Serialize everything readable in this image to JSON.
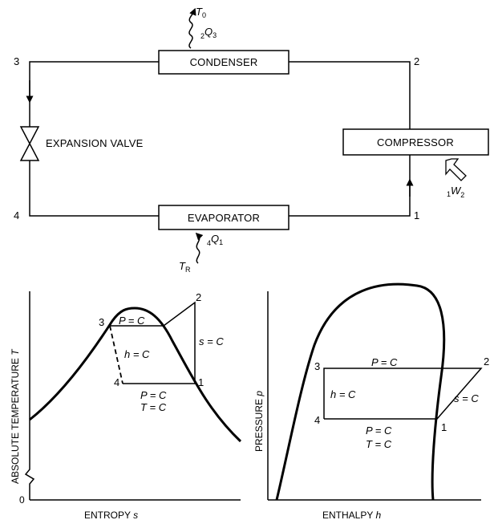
{
  "cycle": {
    "components": {
      "condenser": "CONDENSER",
      "compressor": "COMPRESSOR",
      "evaporator": "EVAPORATOR",
      "expansion_valve": "EXPANSION VALVE"
    },
    "states": [
      "1",
      "2",
      "3",
      "4"
    ],
    "heat_out": {
      "temp": "T",
      "temp_sub": "0",
      "q_pre": "2",
      "q": "Q",
      "q_sub": "3"
    },
    "heat_in": {
      "temp": "T",
      "temp_sub": "R",
      "q_pre": "4",
      "q": "Q",
      "q_sub": "1"
    },
    "work_in": {
      "pre": "1",
      "w": "W",
      "sub": "2"
    }
  },
  "ts_diagram": {
    "ylabel_text": "ABSOLUTE TEMPERATURE ",
    "ylabel_var": "T",
    "xlabel_text": "ENTROPY ",
    "xlabel_var": "s",
    "origin": "0",
    "states": [
      "1",
      "2",
      "3",
      "4"
    ],
    "labels": {
      "p_const_top": "P = C",
      "h_const": "h = C",
      "s_const": "s = C",
      "p_const_bottom": "P = C",
      "t_const": "T = C"
    }
  },
  "ph_diagram": {
    "ylabel_text": "PRESSURE ",
    "ylabel_var": "p",
    "xlabel_text": "ENTHALPY ",
    "xlabel_var": "h",
    "states": [
      "1",
      "2",
      "3",
      "4"
    ],
    "labels": {
      "p_const_top": "P = C",
      "h_const": "h = C",
      "s_const": "s = C",
      "p_const_bottom": "P = C",
      "t_const": "T = C"
    }
  }
}
